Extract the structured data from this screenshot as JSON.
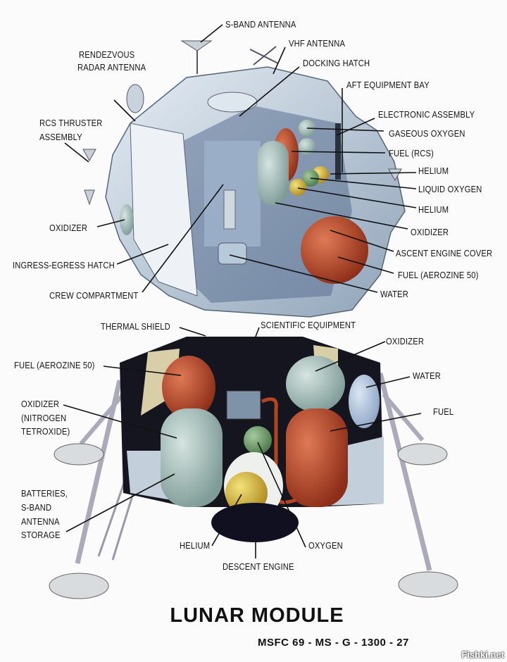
{
  "ascent_stage": {
    "labels": {
      "s_band_antenna": "S-BAND ANTENNA",
      "rendezvous_radar_1": "RENDEZVOUS",
      "rendezvous_radar_2": "RADAR ANTENNA",
      "vhf_antenna": "VHF ANTENNA",
      "docking_hatch": "DOCKING HATCH",
      "aft_equipment_bay": "AFT EQUIPMENT BAY",
      "electronic_assembly": "ELECTRONIC ASSEMBLY",
      "gaseous_oxygen": "GASEOUS OXYGEN",
      "fuel_rcs": "FUEL (RCS)",
      "helium_1": "HELIUM",
      "liquid_oxygen": "LIQUID OXYGEN",
      "helium_2": "HELIUM",
      "oxidizer_right": "OXIDIZER",
      "ascent_engine_cover": "ASCENT ENGINE COVER",
      "fuel_aerozine": "FUEL (AEROZINE 50)",
      "water": "WATER",
      "rcs_thruster_1": "RCS THRUSTER",
      "rcs_thruster_2": "ASSEMBLY",
      "oxidizer_left": "OXIDIZER",
      "ingress_egress_hatch": "INGRESS-EGRESS HATCH",
      "crew_compartment": "CREW COMPARTMENT"
    }
  },
  "descent_stage": {
    "labels": {
      "thermal_shield": "THERMAL SHIELD",
      "scientific_equipment": "SCIENTIFIC EQUIPMENT",
      "oxidizer": "OXIDIZER",
      "fuel_aerozine": "FUEL (AEROZINE 50)",
      "water": "WATER",
      "fuel": "FUEL",
      "oxidizer_nt_1": "OXIDIZER",
      "oxidizer_nt_2": "(NITROGEN",
      "oxidizer_nt_3": "TETROXIDE)",
      "batteries_1": "BATTERIES,",
      "batteries_2": "S-BAND",
      "batteries_3": "ANTENNA",
      "batteries_4": "STORAGE",
      "helium": "HELIUM",
      "descent_engine": "DESCENT ENGINE",
      "oxygen": "OXYGEN"
    }
  },
  "title": "LUNAR MODULE",
  "document_code": "MSFC 69 - MS - G - 1300 - 27",
  "watermark": "Fishki.net",
  "colors": {
    "fuel": "#b8482a",
    "oxidizer": "#a9c2bd",
    "helium": "#d9b83c",
    "oxygen": "#6f9e6a",
    "structure": "#b8c8d8",
    "shield": "#15151f"
  }
}
